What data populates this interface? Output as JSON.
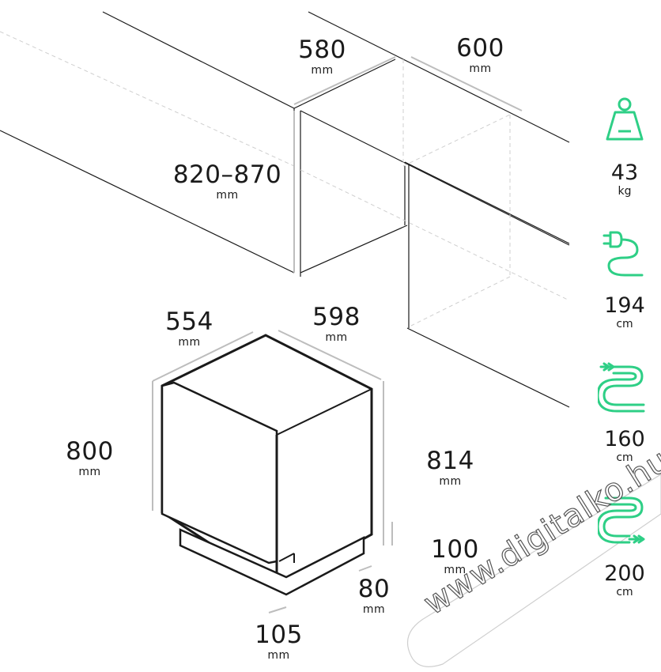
{
  "dimensions": [
    {
      "id": "niche-depth",
      "value": "580",
      "unit": "mm"
    },
    {
      "id": "niche-width",
      "value": "600",
      "unit": "mm"
    },
    {
      "id": "niche-height",
      "value": "820–870",
      "unit": "mm"
    },
    {
      "id": "unit-depth",
      "value": "554",
      "unit": "mm"
    },
    {
      "id": "unit-width",
      "value": "598",
      "unit": "mm"
    },
    {
      "id": "unit-height",
      "value": "800",
      "unit": "mm"
    },
    {
      "id": "unit-height-max",
      "value": "814",
      "unit": "mm"
    },
    {
      "id": "plinth-height",
      "value": "100",
      "unit": "mm"
    },
    {
      "id": "plinth-depth",
      "value": "80",
      "unit": "mm"
    },
    {
      "id": "base-depth",
      "value": "105",
      "unit": "mm"
    }
  ],
  "specs": [
    {
      "id": "weight",
      "icon": "weight-icon",
      "value": "43",
      "unit": "kg"
    },
    {
      "id": "power-cord",
      "icon": "power-cord-icon",
      "value": "194",
      "unit": "cm"
    },
    {
      "id": "inlet-hose",
      "icon": "inlet-hose-icon",
      "value": "160",
      "unit": "cm"
    },
    {
      "id": "drain-hose",
      "icon": "drain-hose-icon",
      "value": "200",
      "unit": "cm"
    }
  ],
  "watermark": "www.digitalko.hu",
  "colors": {
    "line": "#1a1a1a",
    "dimension_line": "#bdbdbd",
    "dashed": "#cfcfcf",
    "accent": "#2ecf86"
  }
}
